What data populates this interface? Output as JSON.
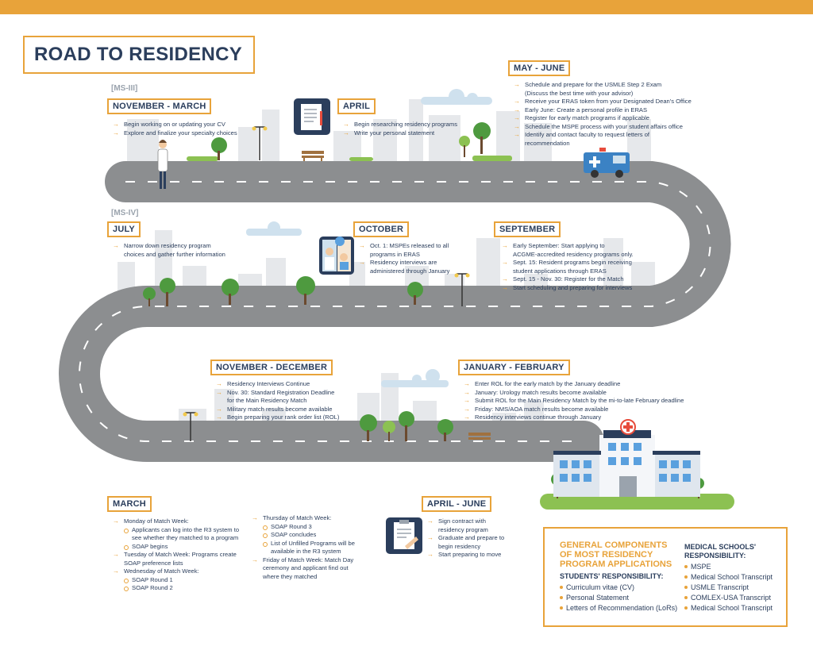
{
  "title": "ROAD TO RESIDENCY",
  "ms3": "[MS-III]",
  "ms4": "[MS-IV]",
  "colors": {
    "accent": "#e8a33a",
    "navy": "#2b3e5c",
    "road": "#8c8e90",
    "skyline": "#e3e5e8",
    "tree": "#5a9e44"
  },
  "sections": {
    "nov_mar": {
      "header": "NOVEMBER - MARCH",
      "items": [
        "Begin working on or updating your CV",
        "Explore and finalize your specialty choices"
      ]
    },
    "april": {
      "header": "APRIL",
      "items": [
        "Begin researching residency programs",
        "Write your personal statement"
      ]
    },
    "may_june": {
      "header": "MAY - JUNE",
      "items": [
        "Schedule and prepare for the USMLE Step 2 Exam",
        "(Discuss the best time with your advisor)",
        "Receive your ERAS token from your Designated Dean's Office",
        "Early June: Create a personal profile in ERAS",
        "Register for early match programs if applicable",
        "Schedule the MSPE process with your student affairs office",
        "Identify and contact faculty to request letters of",
        "recommendation"
      ]
    },
    "july": {
      "header": "JULY",
      "items": [
        "Narrow down residency program",
        "choices and gather further information"
      ]
    },
    "october": {
      "header": "OCTOBER",
      "items": [
        "Oct. 1: MSPEs released to all",
        "programs in ERAS",
        "Residency interviews are",
        "administered through January"
      ]
    },
    "september": {
      "header": "SEPTEMBER",
      "items": [
        "Early September: Start applying to",
        "ACGME-accredited residency programs only.",
        "Sept. 15: Resident programs begin receiving",
        "student applications through ERAS",
        "Sept. 15 - Nov. 30: Register for the Match",
        "Start scheduling and preparing for interviews"
      ]
    },
    "nov_dec": {
      "header": "NOVEMBER - DECEMBER",
      "items": [
        "Residency Interviews Continue",
        "Nov. 30: Standard Registration Deadline",
        "for the Main Residency Match",
        "Military match results become available",
        "Begin preparing your rank order list (ROL)"
      ]
    },
    "jan_feb": {
      "header": "JANUARY - FEBRUARY",
      "items": [
        "Enter ROL for the early match by the January deadline",
        "January: Urology match results become available",
        "Submit ROL for the Main Residency Match by the mi-to-late February deadline",
        "Friday: NMS/AOA match results become available",
        "Residency interviews continue through January"
      ]
    },
    "march": {
      "header": "MARCH",
      "col1": [
        "Monday of Match Week:",
        "Applicants can log into the R3 system to",
        "see whether they matched to a program",
        "SOAP begins",
        "Tuesday of Match Week: Programs create",
        "SOAP preference lists",
        "Wednesday of Match Week:",
        "SOAP Round 1",
        "SOAP Round 2"
      ],
      "col2": [
        "Thursday of Match Week:",
        "SOAP Round 3",
        "SOAP concludes",
        "List of Unfilled Programs will be",
        "available in the R3 system",
        "Friday of Match Week: Match Day",
        "ceremony and applicant find out",
        "where they matched"
      ]
    },
    "apr_jun": {
      "header": "APRIL - JUNE",
      "items": [
        "Sign contract with",
        "residency program",
        "Graduate and prepare to",
        "begin residency",
        "Start preparing to move"
      ]
    }
  },
  "general": {
    "title": "GENERAL COMPONENTS OF MOST RESIDENCY PROGRAM APPLICATIONS",
    "students_title": "STUDENTS' RESPONSIBILITY:",
    "students_items": [
      "Curriculum vitae (CV)",
      "Personal Statement",
      "Letters of Recommendation (LoRs)"
    ],
    "schools_title": "MEDICAL SCHOOLS' RESPONSIBILITY:",
    "schools_items": [
      "MSPE",
      "Medical School Transcript",
      "USMLE Transcript",
      "COMLEX-USA Transcript",
      "Medical School Transcript"
    ]
  },
  "icons": [
    "doctor-figure-icon",
    "document-icon",
    "ambulance-icon",
    "video-call-icon",
    "hospital-icon",
    "clipboard-icon",
    "street-lamp-icon",
    "bench-icon",
    "tree-icon",
    "cloud-icon"
  ]
}
